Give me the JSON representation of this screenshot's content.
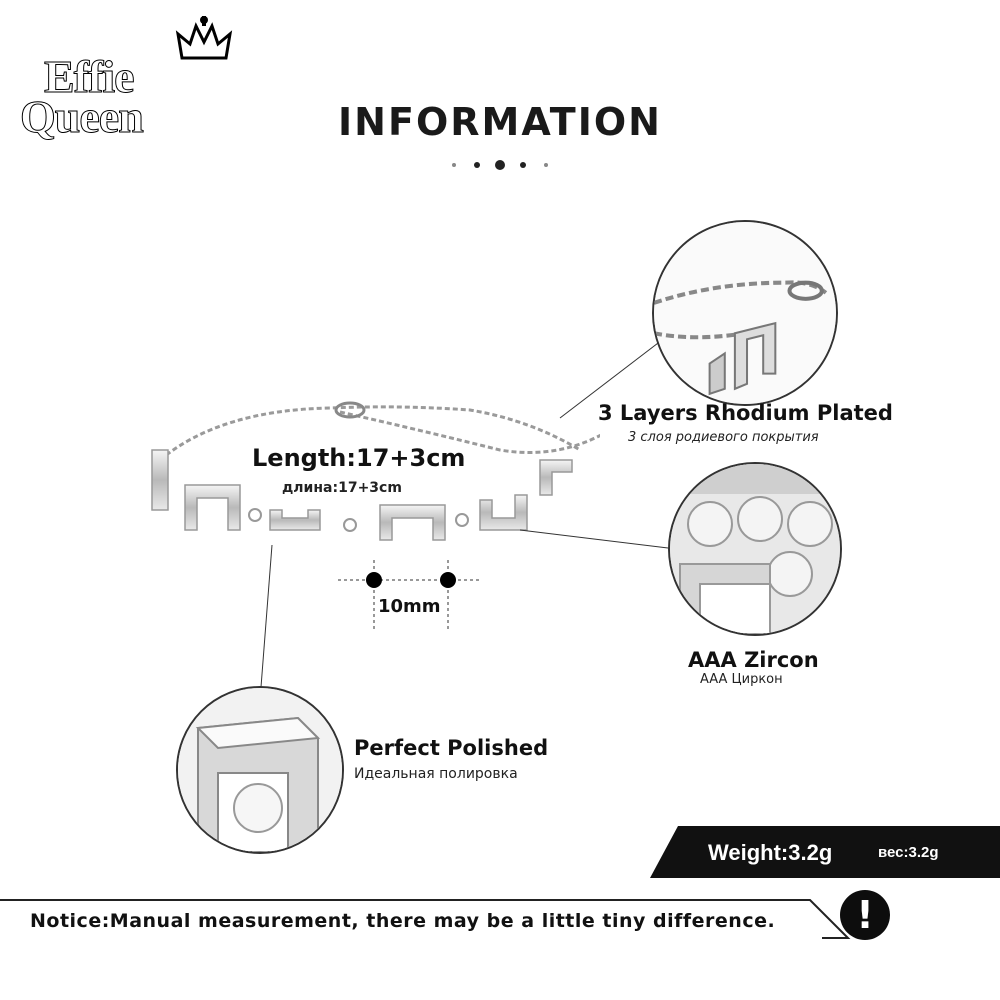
{
  "brand": {
    "line1": "Effie",
    "line2": "Queen"
  },
  "header": {
    "title": "INFORMATION"
  },
  "measurements": {
    "length_label": "Length:17+3cm",
    "length_ru": "длина:17+3cm",
    "width_label": "10mm"
  },
  "features": [
    {
      "title": "3 Layers Rhodium Plated",
      "subtitle": "3 слоя родиевого покрытия",
      "icon": "chain-closeup"
    },
    {
      "title": "AAA  Zircon",
      "subtitle": "AAA Циркон",
      "icon": "zircon-closeup"
    },
    {
      "title": "Perfect  Polished",
      "subtitle": "Идеальная полировка",
      "icon": "polished-closeup"
    }
  ],
  "weight": {
    "label": "Weight:3.2g",
    "ru": "вес:3.2g",
    "banner_color": "#111111"
  },
  "notice": {
    "text": "Notice:Manual measurement, there may be a little tiny difference.",
    "icon": "exclamation-icon",
    "symbol": "!"
  }
}
